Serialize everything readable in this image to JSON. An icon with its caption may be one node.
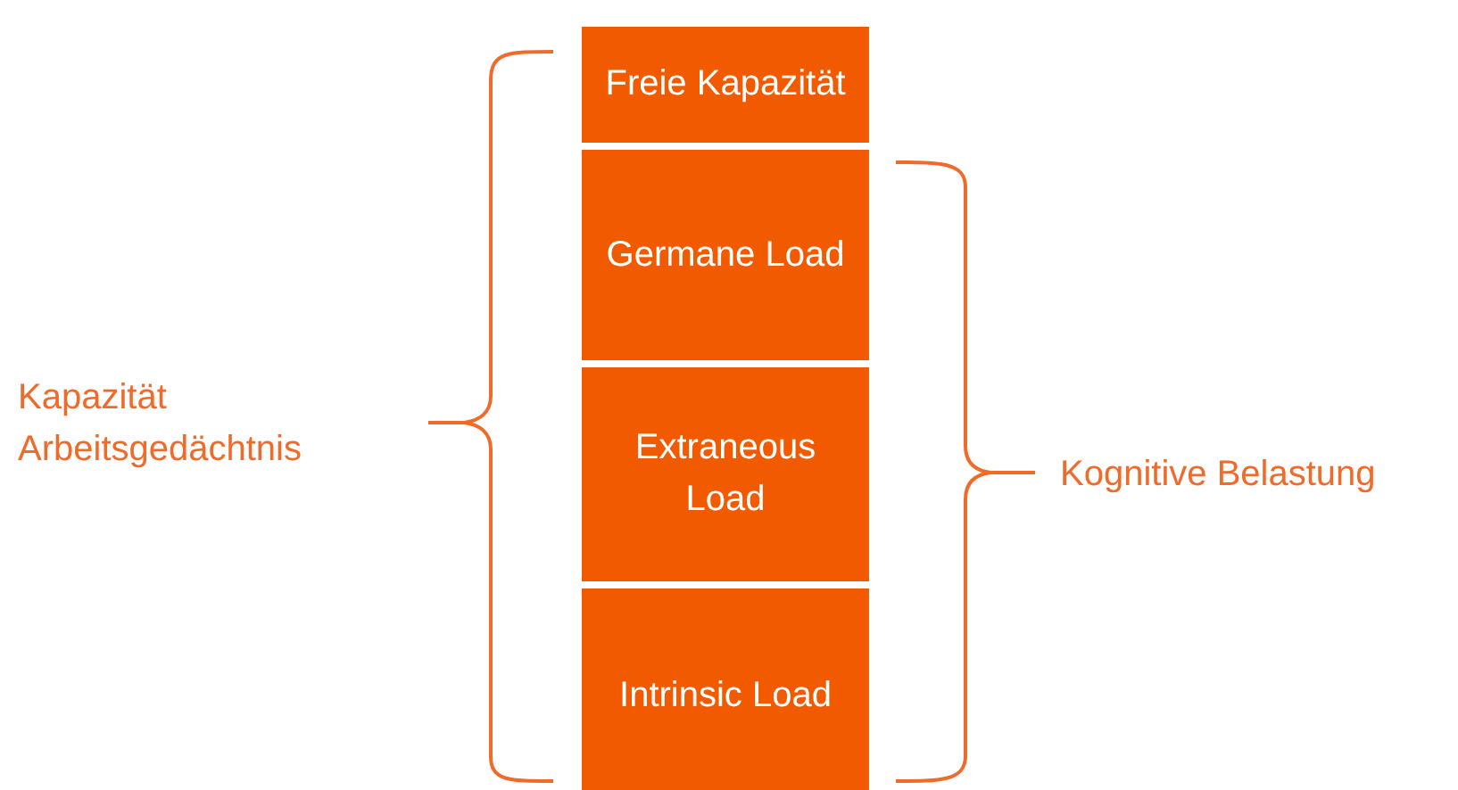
{
  "diagram": {
    "nodes": [
      {
        "text": [
          "Freie Kapazität"
        ]
      },
      {
        "text": [
          "Germane Load"
        ]
      },
      {
        "text": [
          "Extraneous Load"
        ]
      },
      {
        "text": [
          "Intrinsic Load"
        ]
      }
    ],
    "labels": [
      "Kapazität Arbeitsgedächtnis",
      "Kognitive Belastung"
    ]
  }
}
